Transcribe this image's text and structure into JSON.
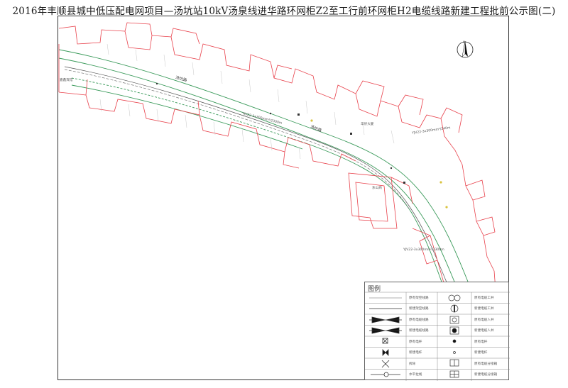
{
  "title": "2016年丰顺县城中低压配电网项目—汤坑站10kV汤泉线进华路环网柜Z2至工行前环网柜H2电缆线路新建工程批前公示图(二)",
  "north_label": "N",
  "roads": {
    "road_a": "汤坑路",
    "road_b": "汤坑路"
  },
  "annotations": {
    "cable_1": "YJV22-3x300mm²/2300m",
    "cable_2": "YJV22-3x300mm²/240m",
    "cable_3": "YJV22-3x300mm²/2300m",
    "place_1": "嘉鑫宾馆",
    "place_2": "华侨大厦",
    "place_3": "东山商"
  },
  "legend": {
    "title": "图例",
    "rows": [
      {
        "left": "原有架空线路",
        "right": "原有电缆工井"
      },
      {
        "left": "新建架空线路",
        "right": "新建电缆工井"
      },
      {
        "left": "原有电缆线路",
        "right": "原有电缆人井"
      },
      {
        "left": "新建电缆线路",
        "right": "新建电缆人井"
      },
      {
        "left": "原有电杆",
        "right": "原有电杆"
      },
      {
        "left": "新建电杆",
        "right": "新建电杆"
      },
      {
        "left": "拆除",
        "right": "原有电缆分接箱"
      },
      {
        "left": "水平拉线",
        "right": "新建电缆分接箱"
      }
    ]
  },
  "colors": {
    "parcel": "#e8414b",
    "road_edge": "#3a9a5a",
    "cable": "#444444",
    "accent": "#d9c340"
  }
}
